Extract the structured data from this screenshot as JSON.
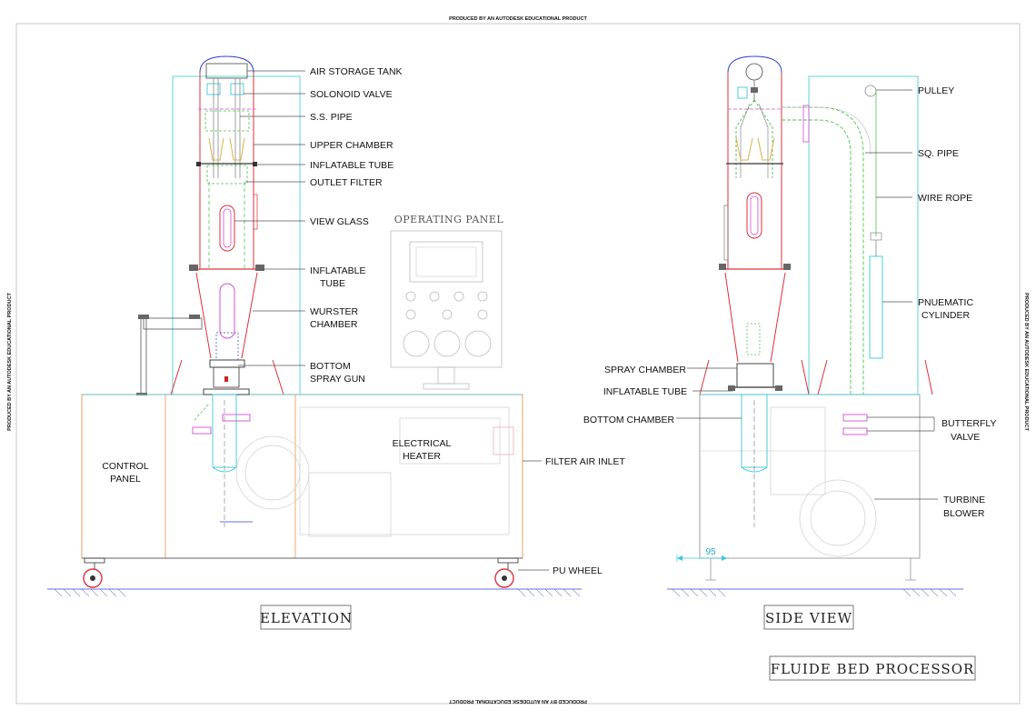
{
  "watermark": "PRODUCED BY AN AUTODESK EDUCATIONAL PRODUCT",
  "titles": {
    "elevation": "ELEVATION",
    "side_view": "SIDE VIEW",
    "drawing": "FLUIDE BED PROCESSOR",
    "operating_panel": "OPERATING PANEL"
  },
  "dimension": "95",
  "colors": {
    "vessel": "#e0303a",
    "frame": "#3cc7d8",
    "base": "#e8a060",
    "filter": "#50c050",
    "accent": "#d050d0",
    "grey": "#bbbbbb",
    "blue": "#3040d0",
    "leader": "#555555"
  },
  "elevation_labels": {
    "air_storage_tank": "AIR STORAGE TANK",
    "solonoid_valve": "SOLONOID VALVE",
    "ss_pipe": "S.S. PIPE",
    "upper_chamber": "UPPER CHAMBER",
    "inflatable_tube": "INFLATABLE TUBE",
    "outlet_filter": "OUTLET FILTER",
    "view_glass": "VIEW GLASS",
    "inflatable_tube_2a": "INFLATABLE",
    "inflatable_tube_2b": "TUBE",
    "wurster_a": "WURSTER",
    "wurster_b": "CHAMBER",
    "spray_gun_a": "BOTTOM",
    "spray_gun_b": "SPRAY GUN",
    "control_panel_a": "CONTROL",
    "control_panel_b": "PANEL",
    "heater_a": "ELECTRICAL",
    "heater_b": "HEATER",
    "filter_air_inlet": "FILTER AIR INLET",
    "pu_wheel": "PU WHEEL"
  },
  "side_labels": {
    "pulley": "PULLEY",
    "sq_pipe": "SQ. PIPE",
    "wire_rope": "WIRE ROPE",
    "cylinder_a": "PNUEMATIC",
    "cylinder_b": "CYLINDER",
    "spray_chamber": "SPRAY CHAMBER",
    "inflatable_tube": "INFLATABLE TUBE",
    "bottom_chamber": "BOTTOM CHAMBER",
    "butterfly_a": "BUTTERFLY",
    "butterfly_b": "VALVE",
    "blower_a": "TURBINE",
    "blower_b": "BLOWER"
  }
}
